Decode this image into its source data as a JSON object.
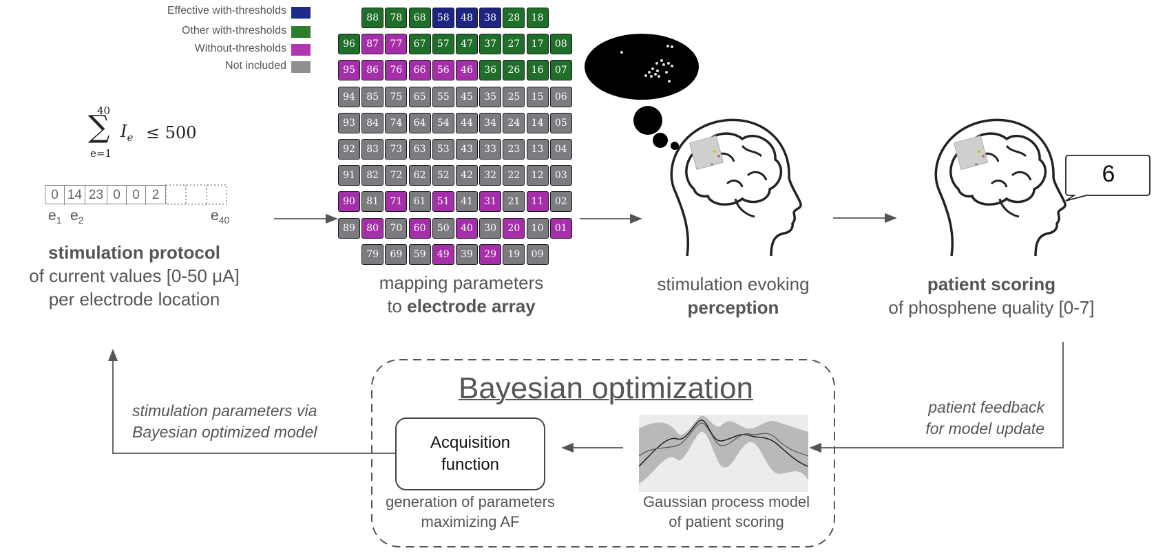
{
  "legend": {
    "items": [
      {
        "label": "Effective with-thresholds",
        "color": "#1f2a8a"
      },
      {
        "label": "Other with-thresholds",
        "color": "#2e7d2e"
      },
      {
        "label": "Without-thresholds",
        "color": "#b236b2"
      },
      {
        "label": "Not included",
        "color": "#8f8f8f"
      }
    ]
  },
  "colors": {
    "effective": "#1d2580",
    "other": "#1f6e2a",
    "without": "#a52fa8",
    "not_included": "#7c7c80"
  },
  "formula": {
    "sum_top": "40",
    "sum_sign": "∑",
    "sum_bottom": "e=1",
    "expr": "I",
    "sub": "e",
    "rel": "≤ 500"
  },
  "protocol": {
    "values": [
      "0",
      "14",
      "23",
      "0",
      "0",
      "2"
    ],
    "label_e1": "e",
    "label_e1_sub": "1",
    "label_e2": "e",
    "label_e2_sub": "2",
    "label_e40": "e",
    "label_e40_sub": "40",
    "title": "stimulation protocol",
    "line2": "of current values [0-50 μA]",
    "line3": "per electrode location"
  },
  "array": {
    "rows": [
      [
        [
          "88",
          "other"
        ],
        [
          "78",
          "other"
        ],
        [
          "68",
          "other"
        ],
        [
          "58",
          "effective"
        ],
        [
          "48",
          "effective"
        ],
        [
          "38",
          "effective"
        ],
        [
          "28",
          "other"
        ],
        [
          "18",
          "other"
        ]
      ],
      [
        [
          "96",
          "other"
        ],
        [
          "87",
          "without"
        ],
        [
          "77",
          "without"
        ],
        [
          "67",
          "other"
        ],
        [
          "57",
          "other"
        ],
        [
          "47",
          "other"
        ],
        [
          "37",
          "other"
        ],
        [
          "27",
          "other"
        ],
        [
          "17",
          "other"
        ],
        [
          "08",
          "other"
        ]
      ],
      [
        [
          "95",
          "without"
        ],
        [
          "86",
          "without"
        ],
        [
          "76",
          "without"
        ],
        [
          "66",
          "without"
        ],
        [
          "56",
          "without"
        ],
        [
          "46",
          "without"
        ],
        [
          "36",
          "other"
        ],
        [
          "26",
          "other"
        ],
        [
          "16",
          "other"
        ],
        [
          "07",
          "other"
        ]
      ],
      [
        [
          "94",
          "not_included"
        ],
        [
          "85",
          "not_included"
        ],
        [
          "75",
          "not_included"
        ],
        [
          "65",
          "not_included"
        ],
        [
          "55",
          "not_included"
        ],
        [
          "45",
          "not_included"
        ],
        [
          "35",
          "not_included"
        ],
        [
          "25",
          "not_included"
        ],
        [
          "15",
          "not_included"
        ],
        [
          "06",
          "not_included"
        ]
      ],
      [
        [
          "93",
          "not_included"
        ],
        [
          "84",
          "not_included"
        ],
        [
          "74",
          "not_included"
        ],
        [
          "64",
          "not_included"
        ],
        [
          "54",
          "not_included"
        ],
        [
          "44",
          "not_included"
        ],
        [
          "34",
          "not_included"
        ],
        [
          "24",
          "not_included"
        ],
        [
          "14",
          "not_included"
        ],
        [
          "05",
          "not_included"
        ]
      ],
      [
        [
          "92",
          "not_included"
        ],
        [
          "83",
          "not_included"
        ],
        [
          "73",
          "not_included"
        ],
        [
          "63",
          "not_included"
        ],
        [
          "53",
          "not_included"
        ],
        [
          "43",
          "not_included"
        ],
        [
          "33",
          "not_included"
        ],
        [
          "23",
          "not_included"
        ],
        [
          "13",
          "not_included"
        ],
        [
          "04",
          "not_included"
        ]
      ],
      [
        [
          "91",
          "not_included"
        ],
        [
          "82",
          "not_included"
        ],
        [
          "72",
          "not_included"
        ],
        [
          "62",
          "not_included"
        ],
        [
          "52",
          "not_included"
        ],
        [
          "42",
          "not_included"
        ],
        [
          "32",
          "not_included"
        ],
        [
          "22",
          "not_included"
        ],
        [
          "12",
          "not_included"
        ],
        [
          "03",
          "not_included"
        ]
      ],
      [
        [
          "90",
          "without"
        ],
        [
          "81",
          "not_included"
        ],
        [
          "71",
          "without"
        ],
        [
          "61",
          "not_included"
        ],
        [
          "51",
          "without"
        ],
        [
          "41",
          "not_included"
        ],
        [
          "31",
          "without"
        ],
        [
          "21",
          "not_included"
        ],
        [
          "11",
          "without"
        ],
        [
          "02",
          "not_included"
        ]
      ],
      [
        [
          "89",
          "not_included"
        ],
        [
          "80",
          "without"
        ],
        [
          "70",
          "not_included"
        ],
        [
          "60",
          "without"
        ],
        [
          "50",
          "not_included"
        ],
        [
          "40",
          "without"
        ],
        [
          "30",
          "not_included"
        ],
        [
          "20",
          "without"
        ],
        [
          "10",
          "not_included"
        ],
        [
          "01",
          "without"
        ]
      ],
      [
        [
          "79",
          "not_included"
        ],
        [
          "69",
          "not_included"
        ],
        [
          "59",
          "not_included"
        ],
        [
          "49",
          "without"
        ],
        [
          "39",
          "not_included"
        ],
        [
          "29",
          "without"
        ],
        [
          "19",
          "not_included"
        ],
        [
          "09",
          "not_included"
        ]
      ]
    ],
    "caption_line1": "mapping parameters",
    "caption_line2_pre": "to ",
    "caption_line2_bold": "electrode array"
  },
  "perception": {
    "line1": "stimulation evoking",
    "line2": "perception"
  },
  "scoring": {
    "score": "6",
    "title": "patient scoring",
    "line2": "of phosphene quality [0-7]"
  },
  "bo": {
    "title": "Bayesian optimization",
    "af_line1": "Acquisition",
    "af_line2": "function",
    "af_caption1": "generation of parameters",
    "af_caption2": "maximizing AF",
    "gp_caption1": "Gaussian process model",
    "gp_caption2": "of patient scoring"
  },
  "feedback": {
    "line1": "patient feedback",
    "line2": "for model update"
  },
  "params": {
    "line1": "stimulation parameters via",
    "line2": "Bayesian optimized model"
  }
}
